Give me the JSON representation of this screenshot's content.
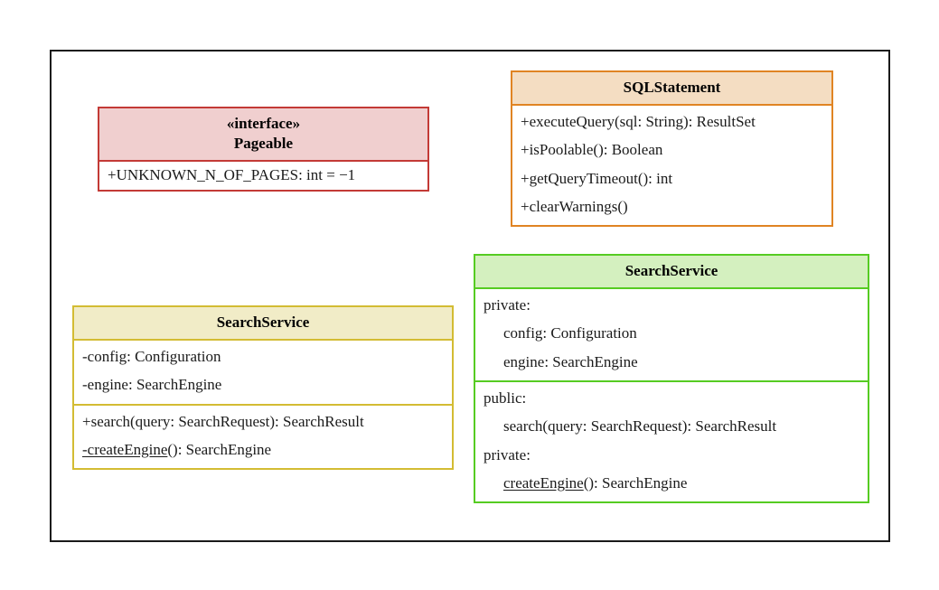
{
  "diagram": {
    "type": "uml-class-diagram",
    "background": "#ffffff",
    "frame_border_color": "#1a1a1a",
    "classes": [
      {
        "id": "pageable",
        "name": "Pageable",
        "stereotype": "«interface»",
        "fill": "#f0cfcf",
        "border": "#c33a36",
        "attributes": [
          "+UNKNOWN_N_OF_PAGES: int = −1"
        ],
        "methods": []
      },
      {
        "id": "sqlstatement",
        "name": "SQLStatement",
        "stereotype": "",
        "fill": "#f4ddc2",
        "border": "#e08423",
        "attributes": [],
        "methods": [
          "+executeQuery(sql: String): ResultSet",
          "+isPoolable(): Boolean",
          "+getQueryTimeout(): int",
          "+clearWarnings()"
        ]
      },
      {
        "id": "searchservice-yellow",
        "name": "SearchService",
        "stereotype": "",
        "fill": "#f1ecc7",
        "border": "#d3bc33",
        "attributes": [
          "-config: Configuration",
          "-engine: SearchEngine"
        ],
        "methods": [
          {
            "text": "+search(query: SearchRequest): SearchResult",
            "static": false
          },
          {
            "prefix": "-createEngine",
            "suffix": "(): SearchEngine",
            "static": true
          }
        ]
      },
      {
        "id": "searchservice-green",
        "name": "SearchService",
        "stereotype": "",
        "fill": "#d4f0bf",
        "border": "#56cc22",
        "attribute_groups": [
          {
            "visibility": "private:",
            "members": [
              "config: Configuration",
              "engine: SearchEngine"
            ]
          }
        ],
        "method_groups": [
          {
            "visibility": "public:",
            "members": [
              {
                "text": "search(query: SearchRequest): SearchResult",
                "static": false
              }
            ]
          },
          {
            "visibility": "private:",
            "members": [
              {
                "prefix": "createEngine",
                "suffix": "(): SearchEngine",
                "static": true
              }
            ]
          }
        ]
      }
    ]
  }
}
